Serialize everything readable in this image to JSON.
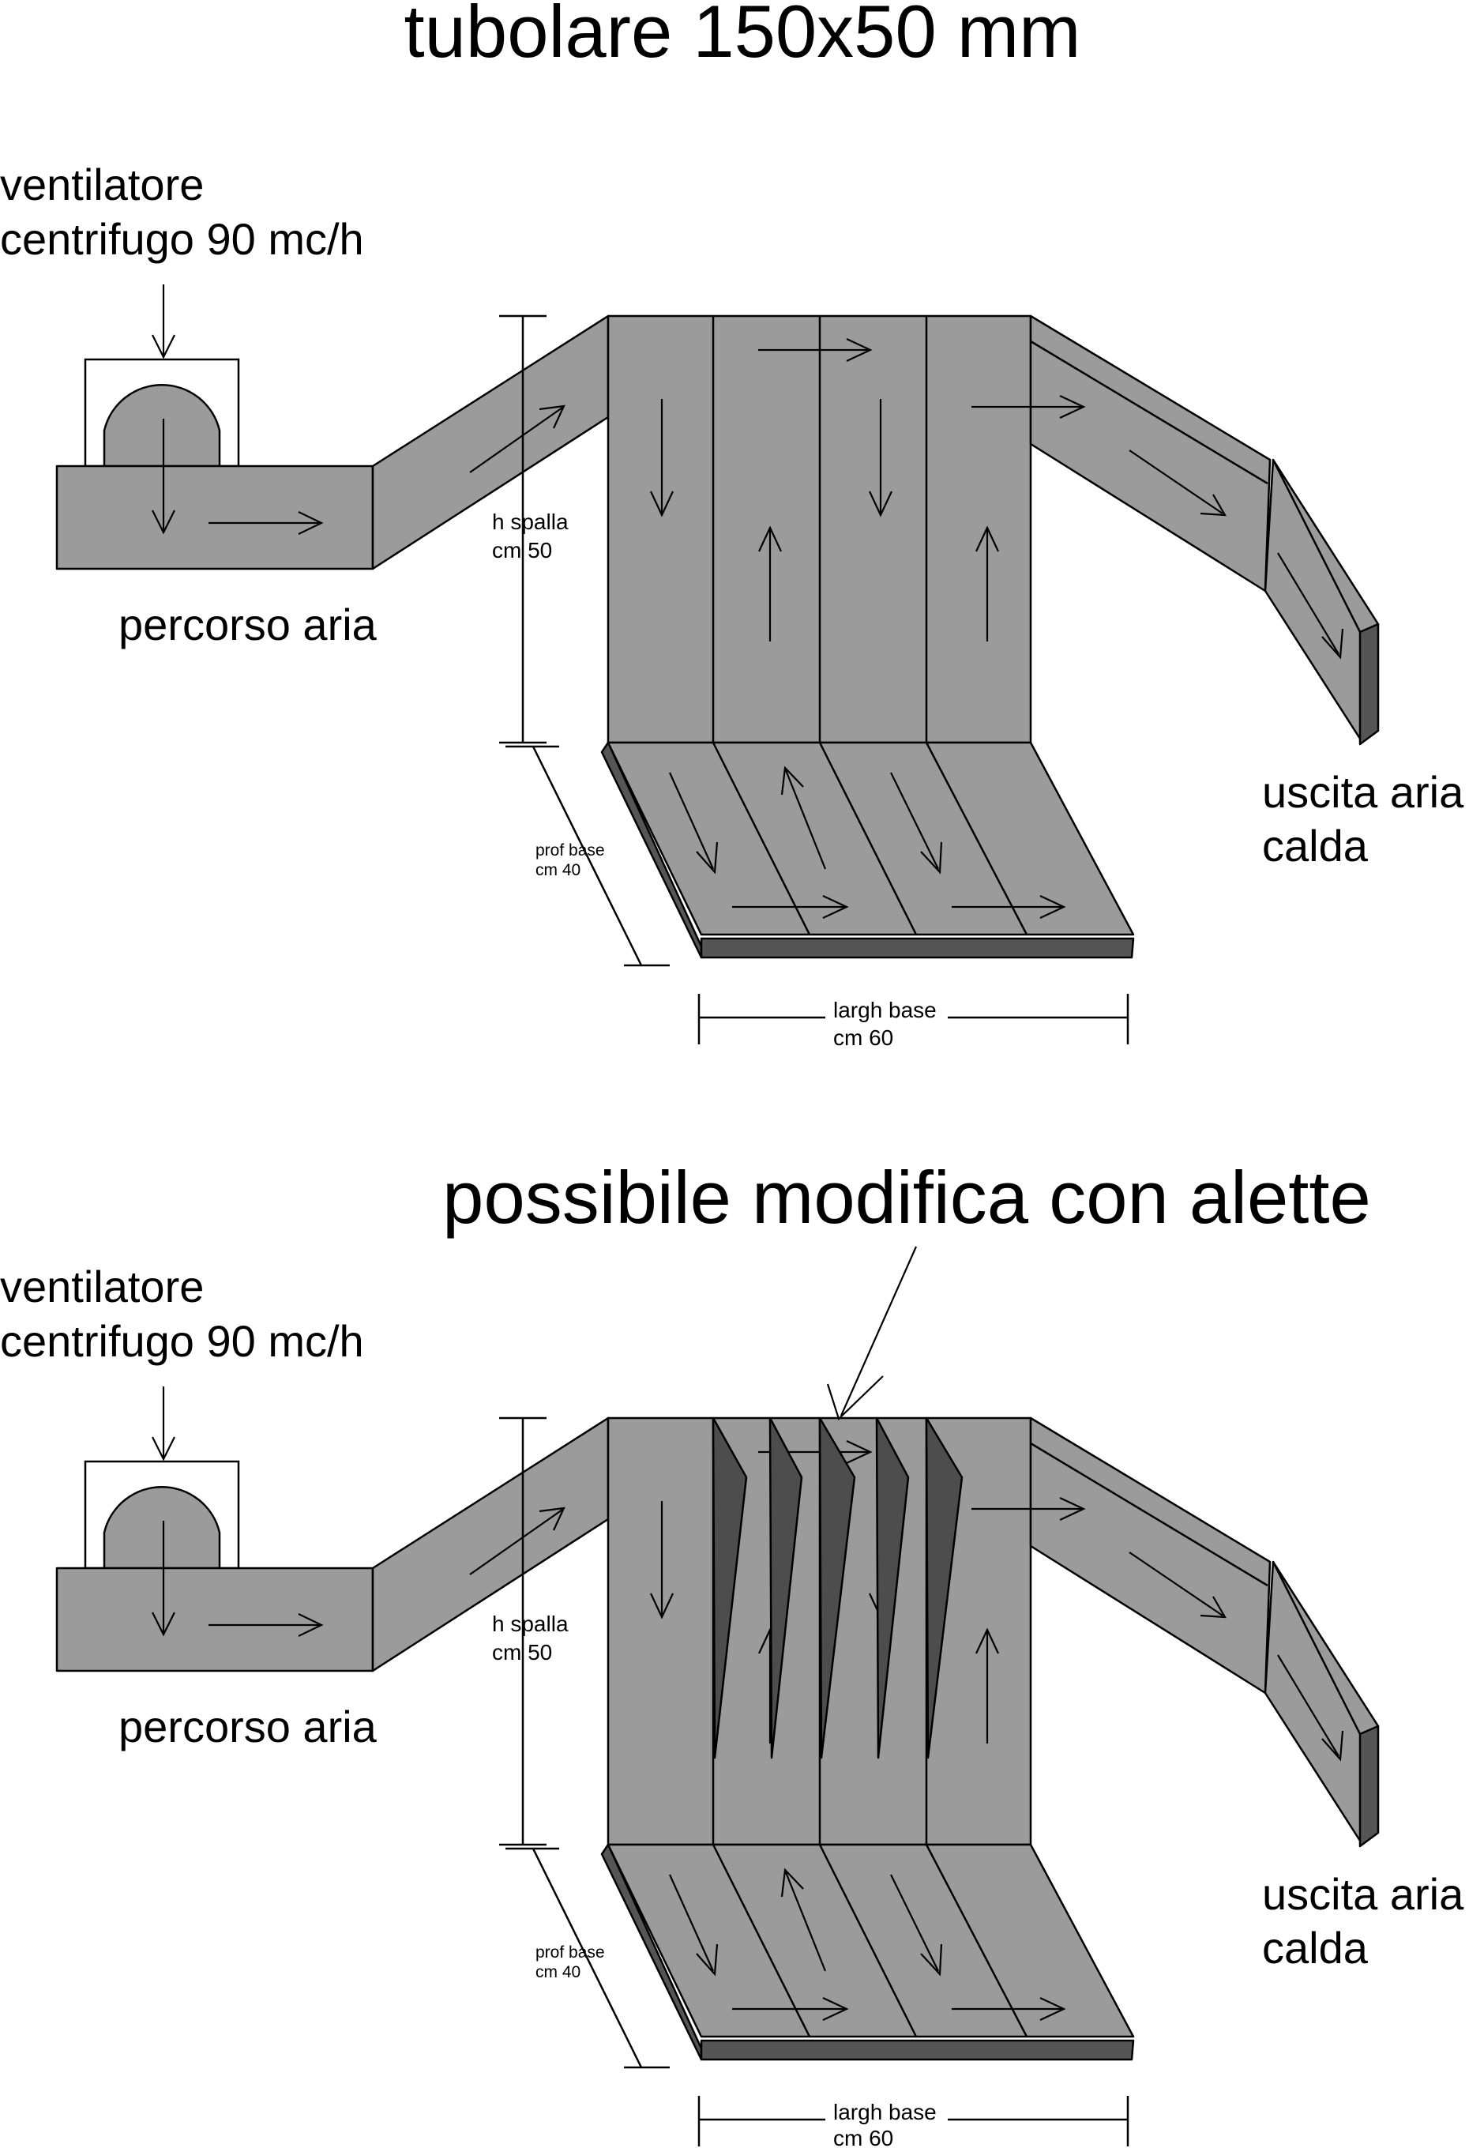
{
  "panels": [
    {
      "title": "tubolare 150x50 mm",
      "fan_label_line1": "ventilatore",
      "fan_label_line2": "centrifugo 90 mc/h",
      "path_label": "percorso aria",
      "height_label_line1": "h spalla",
      "height_label_line2": "cm 50",
      "depth_label_line1": "prof base",
      "depth_label_line2": "cm 40",
      "width_label_line1": "largh base",
      "width_label_line2": "cm 60",
      "outlet_label_line1": "uscita aria",
      "outlet_label_line2": "calda"
    },
    {
      "title": "possibile modifica con alette",
      "fan_label_line1": "ventilatore",
      "fan_label_line2": "centrifugo 90 mc/h",
      "path_label": "percorso aria",
      "height_label_line1": "h spalla",
      "height_label_line2": "cm 50",
      "depth_label_line1": "prof base",
      "depth_label_line2": "cm 40",
      "width_label_line1": "largh base",
      "width_label_line2": "cm 60",
      "outlet_label_line1": "uscita aria",
      "outlet_label_line2": "calda"
    }
  ],
  "colors": {
    "duct_fill": "#9b9b9b",
    "duct_dark": "#555555",
    "fin_fill": "#4d4d4d",
    "outline": "#000000"
  }
}
